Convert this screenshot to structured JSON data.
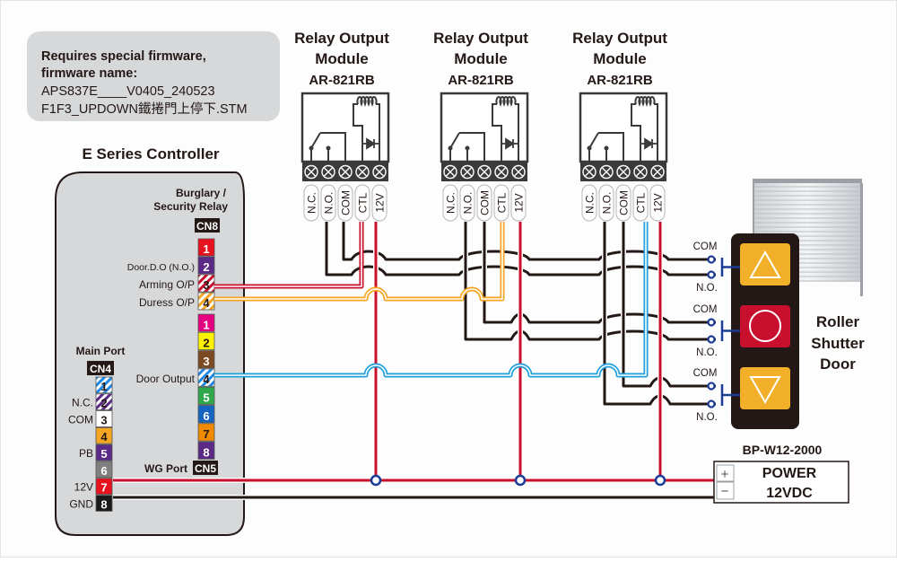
{
  "note": {
    "line1": "Requires special firmware,",
    "line2": "firmware name:",
    "line3": "APS837E____V0405_240523",
    "line4": "F1F3_UPDOWN鐵捲門上停下.STM"
  },
  "modules": [
    {
      "title1": "Relay Output",
      "title2": "Module",
      "model": "AR-821RB"
    },
    {
      "title1": "Relay Output",
      "title2": "Module",
      "model": "AR-821RB"
    },
    {
      "title1": "Relay Output",
      "title2": "Module",
      "model": "AR-821RB"
    }
  ],
  "module_terminals": [
    "N.C.",
    "N.O.",
    "COM",
    "CTL",
    "12V"
  ],
  "controller": {
    "title": "E Series Controller",
    "cn8_title1": "Burglary /",
    "cn8_title2": "Security Relay",
    "cn8_label": "CN8",
    "cn8_pins": [
      {
        "num": "1",
        "label": "",
        "color": "#e8121f"
      },
      {
        "num": "2",
        "label": "Door.D.O (N.O.)",
        "color": "#5b2a86"
      },
      {
        "num": "3",
        "label": "Arming O/P",
        "color": "#c8102e",
        "striped": true
      },
      {
        "num": "4",
        "label": "Duress O/P",
        "color": "#f5a623",
        "striped": true
      }
    ],
    "cn5_label": "CN5",
    "cn5_title": "WG Port",
    "cn5_pins": [
      {
        "num": "1",
        "label": "",
        "color": "#e4007f"
      },
      {
        "num": "2",
        "label": "",
        "color": "#fff200"
      },
      {
        "num": "3",
        "label": "",
        "color": "#7b4a22"
      },
      {
        "num": "4",
        "label": "Door Output",
        "color": "#1e88e5",
        "striped": true
      },
      {
        "num": "5",
        "label": "",
        "color": "#2ea84a"
      },
      {
        "num": "6",
        "label": "",
        "color": "#1565c0"
      },
      {
        "num": "7",
        "label": "",
        "color": "#f08a00"
      },
      {
        "num": "8",
        "label": "",
        "color": "#5b2a86"
      }
    ],
    "cn4_title": "Main Port",
    "cn4_label": "CN4",
    "cn4_pins": [
      {
        "num": "1",
        "label": "",
        "color": "#1e88e5",
        "striped": true
      },
      {
        "num": "2",
        "label": "N.C.",
        "color": "#5b2a86",
        "striped": true
      },
      {
        "num": "3",
        "label": "COM",
        "color": "#ffffff"
      },
      {
        "num": "4",
        "label": "",
        "color": "#f5a623"
      },
      {
        "num": "5",
        "label": "PB",
        "color": "#5b2a86"
      },
      {
        "num": "6",
        "label": "",
        "color": "#808080"
      },
      {
        "num": "7",
        "label": "12V",
        "color": "#e8121f"
      },
      {
        "num": "8",
        "label": "GND",
        "color": "#1a1a1a"
      }
    ]
  },
  "switch_panel": {
    "buttons": [
      {
        "name": "up",
        "com": "COM",
        "no": "N.O."
      },
      {
        "name": "stop",
        "com": "COM",
        "no": "N.O."
      },
      {
        "name": "down",
        "com": "COM",
        "no": "N.O."
      }
    ]
  },
  "door": {
    "line1": "Roller",
    "line2": "Shutter",
    "line3": "Door"
  },
  "power": {
    "model": "BP-W12-2000",
    "line1": "POWER",
    "line2": "12VDC",
    "plus": "+",
    "minus": "−"
  },
  "colors": {
    "red": "#c8102e",
    "black": "#231815",
    "orange": "#f5a623",
    "blue": "#1fa0dc",
    "junction": "#1a3c96",
    "panel_bg": "#d7d8d9",
    "button_yellow": "#f2b02a",
    "button_red": "#c8102e"
  }
}
